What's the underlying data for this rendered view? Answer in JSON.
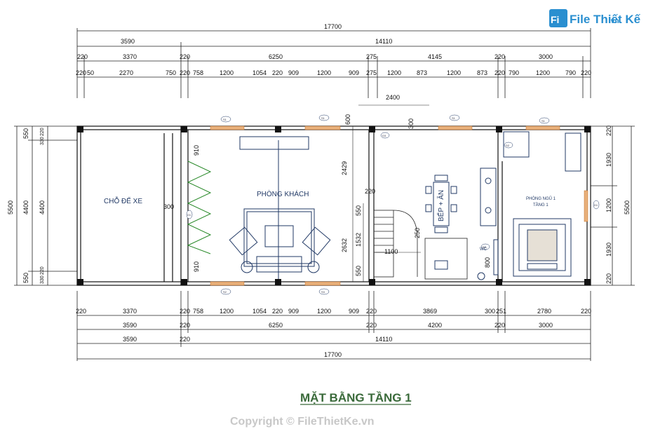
{
  "logo": {
    "text": "File Thiết Kế",
    "suffix": ".vn"
  },
  "top_dims": {
    "row1": [
      "17700"
    ],
    "row2": [
      "3590",
      "14110"
    ],
    "row3": [
      "220",
      "3370",
      "220",
      "6250",
      "275",
      "4145",
      "220",
      "3000"
    ],
    "row4": [
      "220",
      "50",
      "2270",
      "750",
      "220",
      "758",
      "1200",
      "1054",
      "220",
      "909",
      "1200",
      "909",
      "275",
      "1200",
      "873",
      "1200",
      "873",
      "220",
      "790",
      "1200",
      "790",
      "220"
    ],
    "inner": [
      "2400",
      "600",
      "300"
    ]
  },
  "bottom_dims": {
    "row1": [
      "220",
      "3370",
      "220",
      "758",
      "1200",
      "1054",
      "220",
      "909",
      "1200",
      "909",
      "220",
      "3869",
      "300",
      "251",
      "2780",
      "220"
    ],
    "row2": [
      "3590",
      "220",
      "6250",
      "220",
      "4200",
      "220",
      "3000"
    ],
    "row3": [
      "3590",
      "220",
      "14110"
    ],
    "row4": [
      "17700"
    ]
  },
  "left_dims": {
    "outer": "5500",
    "mid": "4400",
    "inner": "4400",
    "top": "550",
    "bottom": "550",
    "small": [
      "220",
      "330",
      "220",
      "330"
    ]
  },
  "right_dims": {
    "outer": "5500",
    "parts": [
      "1930",
      "1200",
      "1930"
    ],
    "ends": [
      "220",
      "220"
    ]
  },
  "interior_dims": [
    "910",
    "910",
    "300",
    "2429",
    "2632",
    "550",
    "1532",
    "550",
    "220",
    "1100",
    "250",
    "800"
  ],
  "rooms": {
    "parking": "CHỖ ĐỂ XE",
    "living": "PHÒNG KHÁCH",
    "kitchen": "BẾP + ĂN",
    "bedroom_line1": "PHÒNG NGỦ 1",
    "bedroom_line2": "TẦNG 1",
    "wc": "WC"
  },
  "door_tags": [
    "S1",
    "S1",
    "S1",
    "S1",
    "D1",
    "D2",
    "D3",
    "S2",
    "S3",
    "D1",
    "D2"
  ],
  "title": "MẶT BẰNG TẦNG 1",
  "copyright": "Copyright © FileThietKe.vn"
}
